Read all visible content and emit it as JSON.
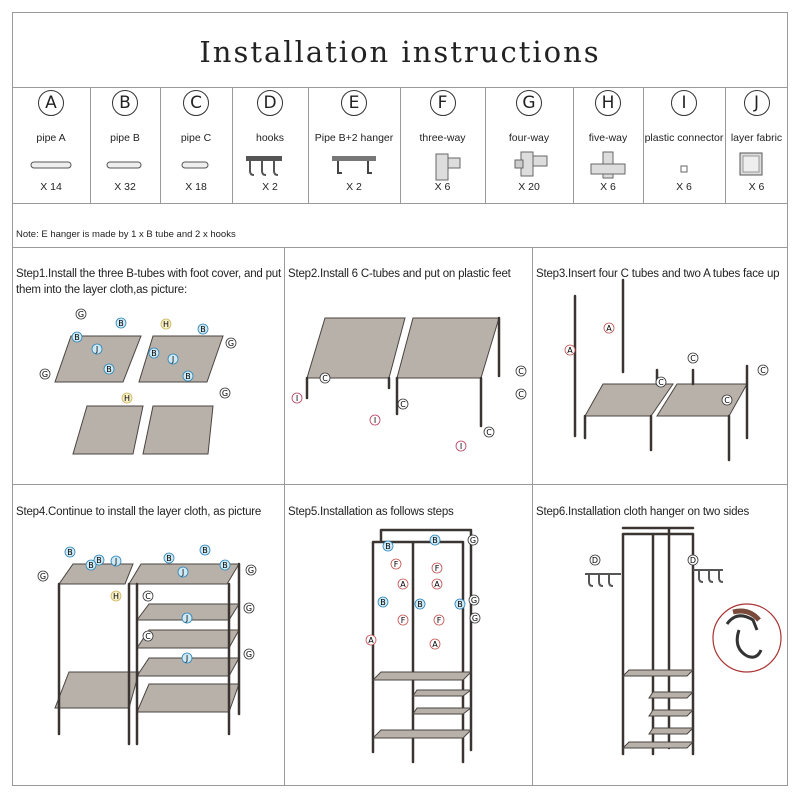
{
  "title": "Installation instructions",
  "parts": [
    {
      "letter": "A",
      "name": "pipe A",
      "qty": "X 14",
      "icon": "pipe-long-icon"
    },
    {
      "letter": "B",
      "name": "pipe B",
      "qty": "X 32",
      "icon": "pipe-medium-icon"
    },
    {
      "letter": "C",
      "name": "pipe C",
      "qty": "X 18",
      "icon": "pipe-short-icon"
    },
    {
      "letter": "D",
      "name": "hooks",
      "qty": "X 2",
      "icon": "hooks-icon"
    },
    {
      "letter": "E",
      "name": "Pipe B+2 hanger",
      "qty": "X 2",
      "icon": "hanger-icon"
    },
    {
      "letter": "F",
      "name": "three-way",
      "qty": "X 6",
      "icon": "three-way-connector-icon"
    },
    {
      "letter": "G",
      "name": "four-way",
      "qty": "X 20",
      "icon": "four-way-connector-icon"
    },
    {
      "letter": "H",
      "name": "five-way",
      "qty": "X 6",
      "icon": "five-way-connector-icon"
    },
    {
      "letter": "I",
      "name": "plastic connector",
      "qty": "X 6",
      "icon": "plastic-connector-icon"
    },
    {
      "letter": "J",
      "name": "layer fabric",
      "qty": "X 6",
      "icon": "layer-fabric-icon"
    }
  ],
  "note": "Note: E hanger is made by 1 x B tube and 2 x hooks",
  "steps": [
    {
      "caption": "Step1.Install the three B-tubes with foot cover, and  put them into the layer cloth,as picture:"
    },
    {
      "caption": "Step2.Install 6 C-tubes and put on plastic feet"
    },
    {
      "caption": "Step3.Insert four C tubes and two A tubes face up"
    },
    {
      "caption": "Step4.Continue to install the layer cloth, as picture"
    },
    {
      "caption": "Step5.Installation as follows steps"
    },
    {
      "caption": "Step6.Installation cloth hanger on two sides"
    }
  ],
  "callouts": {
    "A": "A",
    "B": "B",
    "C": "C",
    "D": "D",
    "E": "E",
    "F": "F",
    "G": "G",
    "H": "H",
    "I": "I",
    "J": "J"
  },
  "colors": {
    "border": "#9a9a9a",
    "cloth": "#b8b1aa",
    "frame": "#3b3532",
    "callout_blue": "#2a84b8"
  }
}
